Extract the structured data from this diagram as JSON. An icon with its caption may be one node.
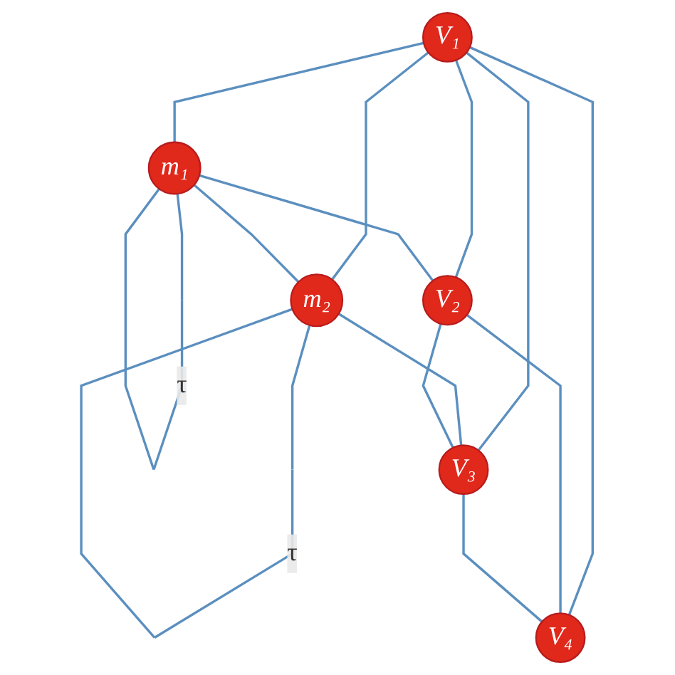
{
  "diagram": {
    "nodes": [
      {
        "text": [
          "V₁"
        ]
      },
      {
        "text": [
          "m₁"
        ]
      },
      {
        "text": [
          "m₂"
        ]
      },
      {
        "text": [
          "V₂"
        ]
      },
      {
        "text": [
          "V₃"
        ]
      },
      {
        "text": [
          "V₄"
        ]
      }
    ],
    "edges": [
      {
        "from": 1,
        "to": 1,
        "arrow": "none",
        "label": "τ"
      },
      {
        "from": 2,
        "to": 2,
        "arrow": "none",
        "label": "τ"
      },
      {
        "from": 0,
        "to": 1,
        "arrow": "none"
      },
      {
        "from": 0,
        "to": 2,
        "arrow": "none"
      },
      {
        "from": 0,
        "to": 3,
        "arrow": "none"
      },
      {
        "from": 0,
        "to": 5,
        "arrow": "none"
      },
      {
        "from": 0,
        "to": 4,
        "arrow": "none"
      },
      {
        "from": 1,
        "to": 2,
        "arrow": "none"
      },
      {
        "from": 1,
        "to": 3,
        "arrow": "none"
      },
      {
        "from": 2,
        "to": 4,
        "arrow": "none"
      },
      {
        "from": 3,
        "to": 4,
        "arrow": "none"
      },
      {
        "from": 3,
        "to": 5,
        "arrow": "none"
      },
      {
        "from": 4,
        "to": 5,
        "arrow": "none"
      }
    ]
  }
}
